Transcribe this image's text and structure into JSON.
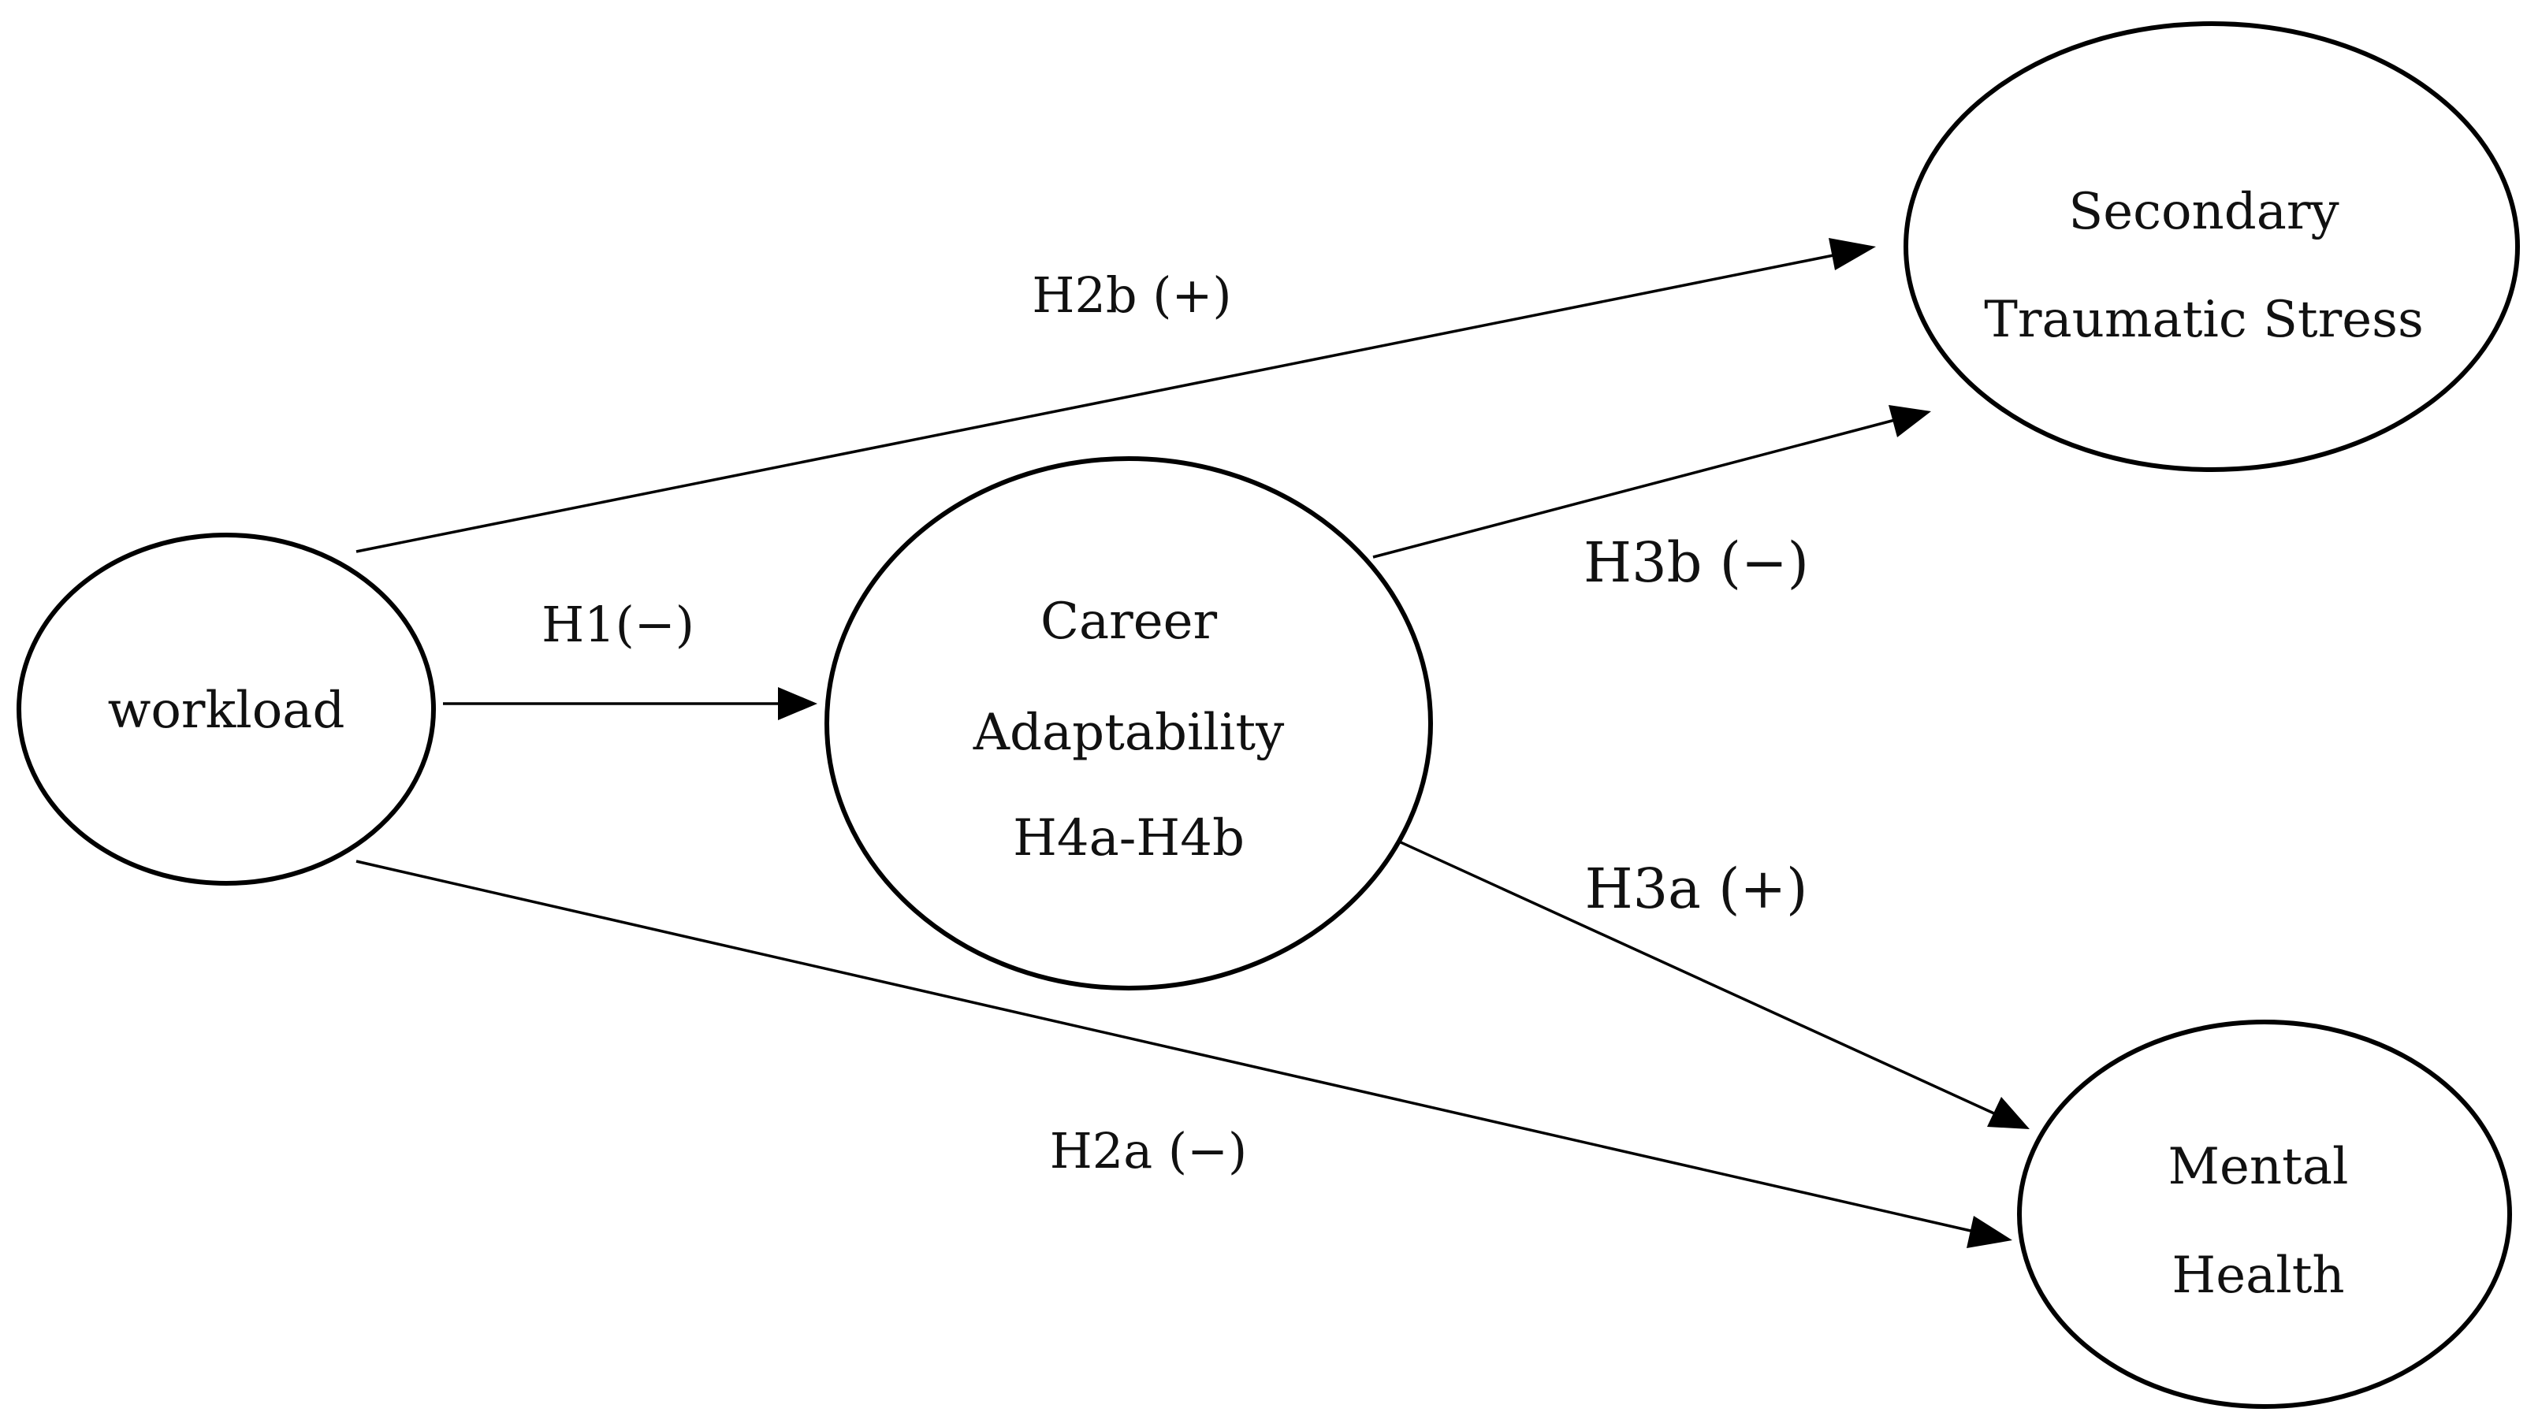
{
  "nodes": {
    "workload": {
      "lines": [
        "workload"
      ]
    },
    "career_adaptability": {
      "lines": [
        "Career",
        "Adaptability",
        "H4a-H4b"
      ]
    },
    "secondary_traumatic_stress": {
      "lines": [
        "Secondary",
        "Traumatic Stress"
      ]
    },
    "mental_health": {
      "lines": [
        "Mental",
        "Health"
      ]
    }
  },
  "edges": {
    "h1": {
      "label": "H1(−)",
      "from": "workload",
      "to": "career_adaptability"
    },
    "h2b": {
      "label": "H2b (+)",
      "from": "workload",
      "to": "secondary_traumatic_stress"
    },
    "h2a": {
      "label": "H2a (−)",
      "from": "workload",
      "to": "mental_health"
    },
    "h3b": {
      "label": "H3b (−)",
      "from": "career_adaptability",
      "to": "secondary_traumatic_stress"
    },
    "h3a": {
      "label": "H3a (+)",
      "from": "career_adaptability",
      "to": "mental_health"
    }
  }
}
